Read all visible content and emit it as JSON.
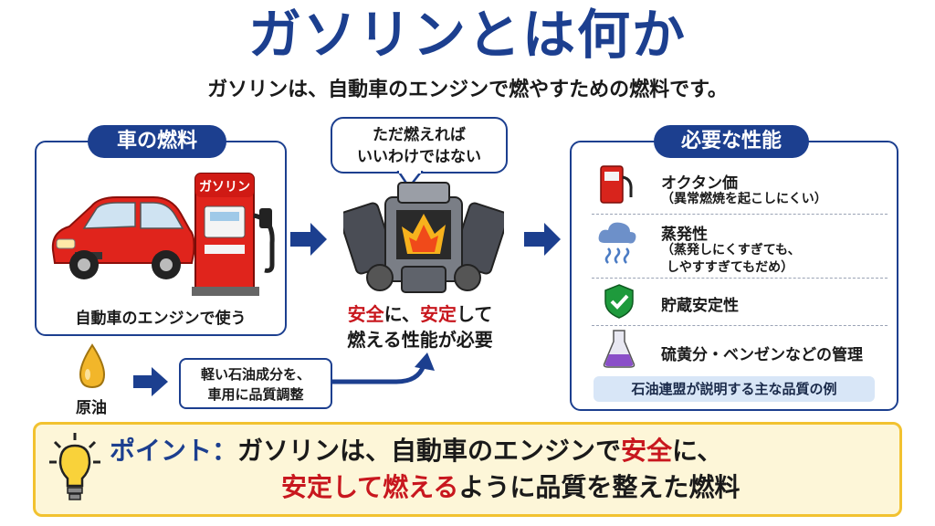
{
  "header": {
    "title": "ガソリンとは何か",
    "subtitle": "ガソリンは、自動車のエンジンで燃やすための燃料です。"
  },
  "fuel_panel": {
    "badge": "車の燃料",
    "pump_label": "ガソリン",
    "caption": "自動車のエンジンで使う"
  },
  "oil": {
    "label": "原油",
    "process_line1": "軽い石油成分を、",
    "process_line2": "車用に品質調整"
  },
  "engine": {
    "bubble_line1": "ただ燃えれば",
    "bubble_line2": "いいわけではない",
    "text_line1_a": "安全",
    "text_line1_b": "に、",
    "text_line1_c": "安定",
    "text_line1_d": "して",
    "text_line2": "燃える性能が必要"
  },
  "performance_panel": {
    "badge": "必要な性能",
    "items": [
      {
        "name": "オクタン価",
        "note_line1": "（異常燃焼を起こしにくい）",
        "note_line2": "",
        "icon": "gas-pump-icon"
      },
      {
        "name": "蒸発性",
        "note_line1": "（蒸発しにくすぎても、",
        "note_line2": "しやすすぎてもだめ）",
        "icon": "cloud-vapor-icon"
      },
      {
        "name": "貯蔵安定性",
        "note_line1": "",
        "note_line2": "",
        "icon": "shield-check-icon"
      },
      {
        "name": "硫黄分・ベンゼンなどの管理",
        "note_line1": "",
        "note_line2": "",
        "icon": "flask-icon"
      }
    ],
    "footnote": "石油連盟が説明する主な品質の例"
  },
  "point": {
    "label": "ポイント：",
    "line1_a": "ガソリンは、自動車のエンジンで",
    "line1_b": "安全",
    "line1_c": "に、",
    "line2_a": "安定して燃える",
    "line2_b": "ように品質を整えた燃料"
  },
  "colors": {
    "primary": "#1c3f8f",
    "accent_red": "#c8171e",
    "point_bg": "#fdf6d8",
    "point_border": "#f2c230"
  }
}
